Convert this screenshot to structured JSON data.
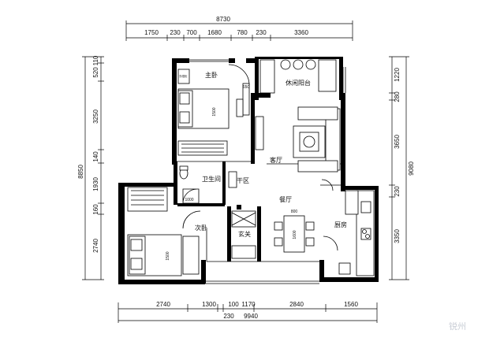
{
  "dimensions": {
    "top_total": "8730",
    "top_segments": [
      "1750",
      "230",
      "700",
      "1680",
      "780",
      "230",
      "3360"
    ],
    "bottom_total": "9940",
    "bottom_segments": [
      "2740",
      "1300",
      "100",
      "1170",
      "2840",
      "1560"
    ],
    "bottom_extra": "230",
    "left_total": "8850",
    "left_segments": [
      "110",
      "520",
      "3250",
      "140",
      "1930",
      "160",
      "2740"
    ],
    "right_total": "9080",
    "right_segments": [
      "1220",
      "280",
      "3650",
      "230",
      "3350"
    ]
  },
  "rooms": {
    "master_bedroom": "主卧",
    "leisure_balcony": "休闲阳台",
    "living_room": "客厅",
    "bathroom": "卫生间",
    "dry_area": "干区",
    "dining_room": "餐厅",
    "second_bedroom": "次卧",
    "entrance": "玄关",
    "kitchen": "厨房"
  },
  "labels": {
    "bed_master": "1500",
    "bed_second": "1500",
    "bath_1000": "1000",
    "table_800": "800",
    "table_1600": "1600",
    "door_650": "650",
    "wardrobe": "衣帽柜"
  },
  "watermark": "锐州"
}
